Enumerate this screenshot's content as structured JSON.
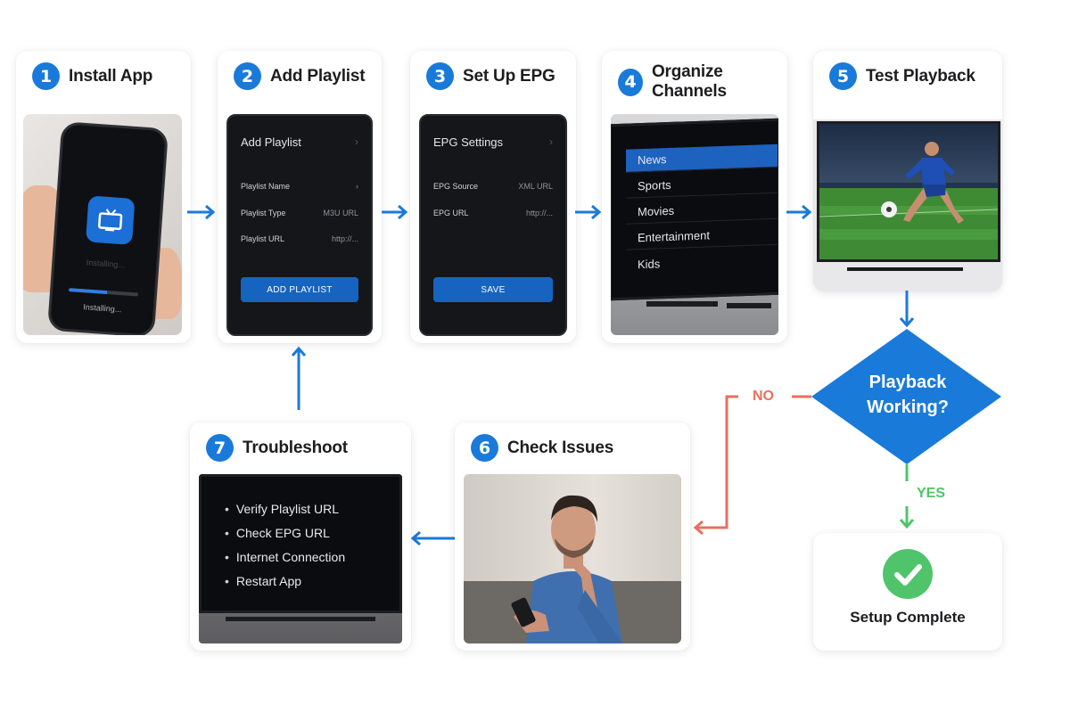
{
  "steps": [
    {
      "number": "1",
      "title": "Install App"
    },
    {
      "number": "2",
      "title": "Add Playlist"
    },
    {
      "number": "3",
      "title": "Set Up EPG"
    },
    {
      "number": "4",
      "title": "Organize Channels"
    },
    {
      "number": "5",
      "title": "Test Playback"
    },
    {
      "number": "6",
      "title": "Check Issues"
    },
    {
      "number": "7",
      "title": "Troubleshoot"
    }
  ],
  "install": {
    "status_blur": "Installing...",
    "status": "Installing...",
    "progress": 0.55
  },
  "add_playlist": {
    "title": "Add Playlist",
    "rows": [
      {
        "label": "Playlist Name",
        "value": ""
      },
      {
        "label": "Playlist Type",
        "value": "M3U URL"
      },
      {
        "label": "Playlist URL",
        "value": "http://..."
      }
    ],
    "button": "ADD PLAYLIST"
  },
  "epg": {
    "title": "EPG Settings",
    "rows": [
      {
        "label": "EPG Source",
        "value": "XML URL"
      },
      {
        "label": "EPG URL",
        "value": "http://..."
      }
    ],
    "button": "SAVE"
  },
  "channels": [
    "News",
    "Sports",
    "Movies",
    "Entertainment",
    "Kids"
  ],
  "troubleshoot": [
    "Verify Playlist URL",
    "Check EPG URL",
    "Internet Connection",
    "Restart App"
  ],
  "decision": {
    "line1": "Playback",
    "line2": "Working?",
    "no": "NO",
    "yes": "YES"
  },
  "complete": {
    "label": "Setup Complete"
  },
  "colors": {
    "accent": "#1a7ad9",
    "no": "#e8705f",
    "yes": "#4fc46a"
  }
}
